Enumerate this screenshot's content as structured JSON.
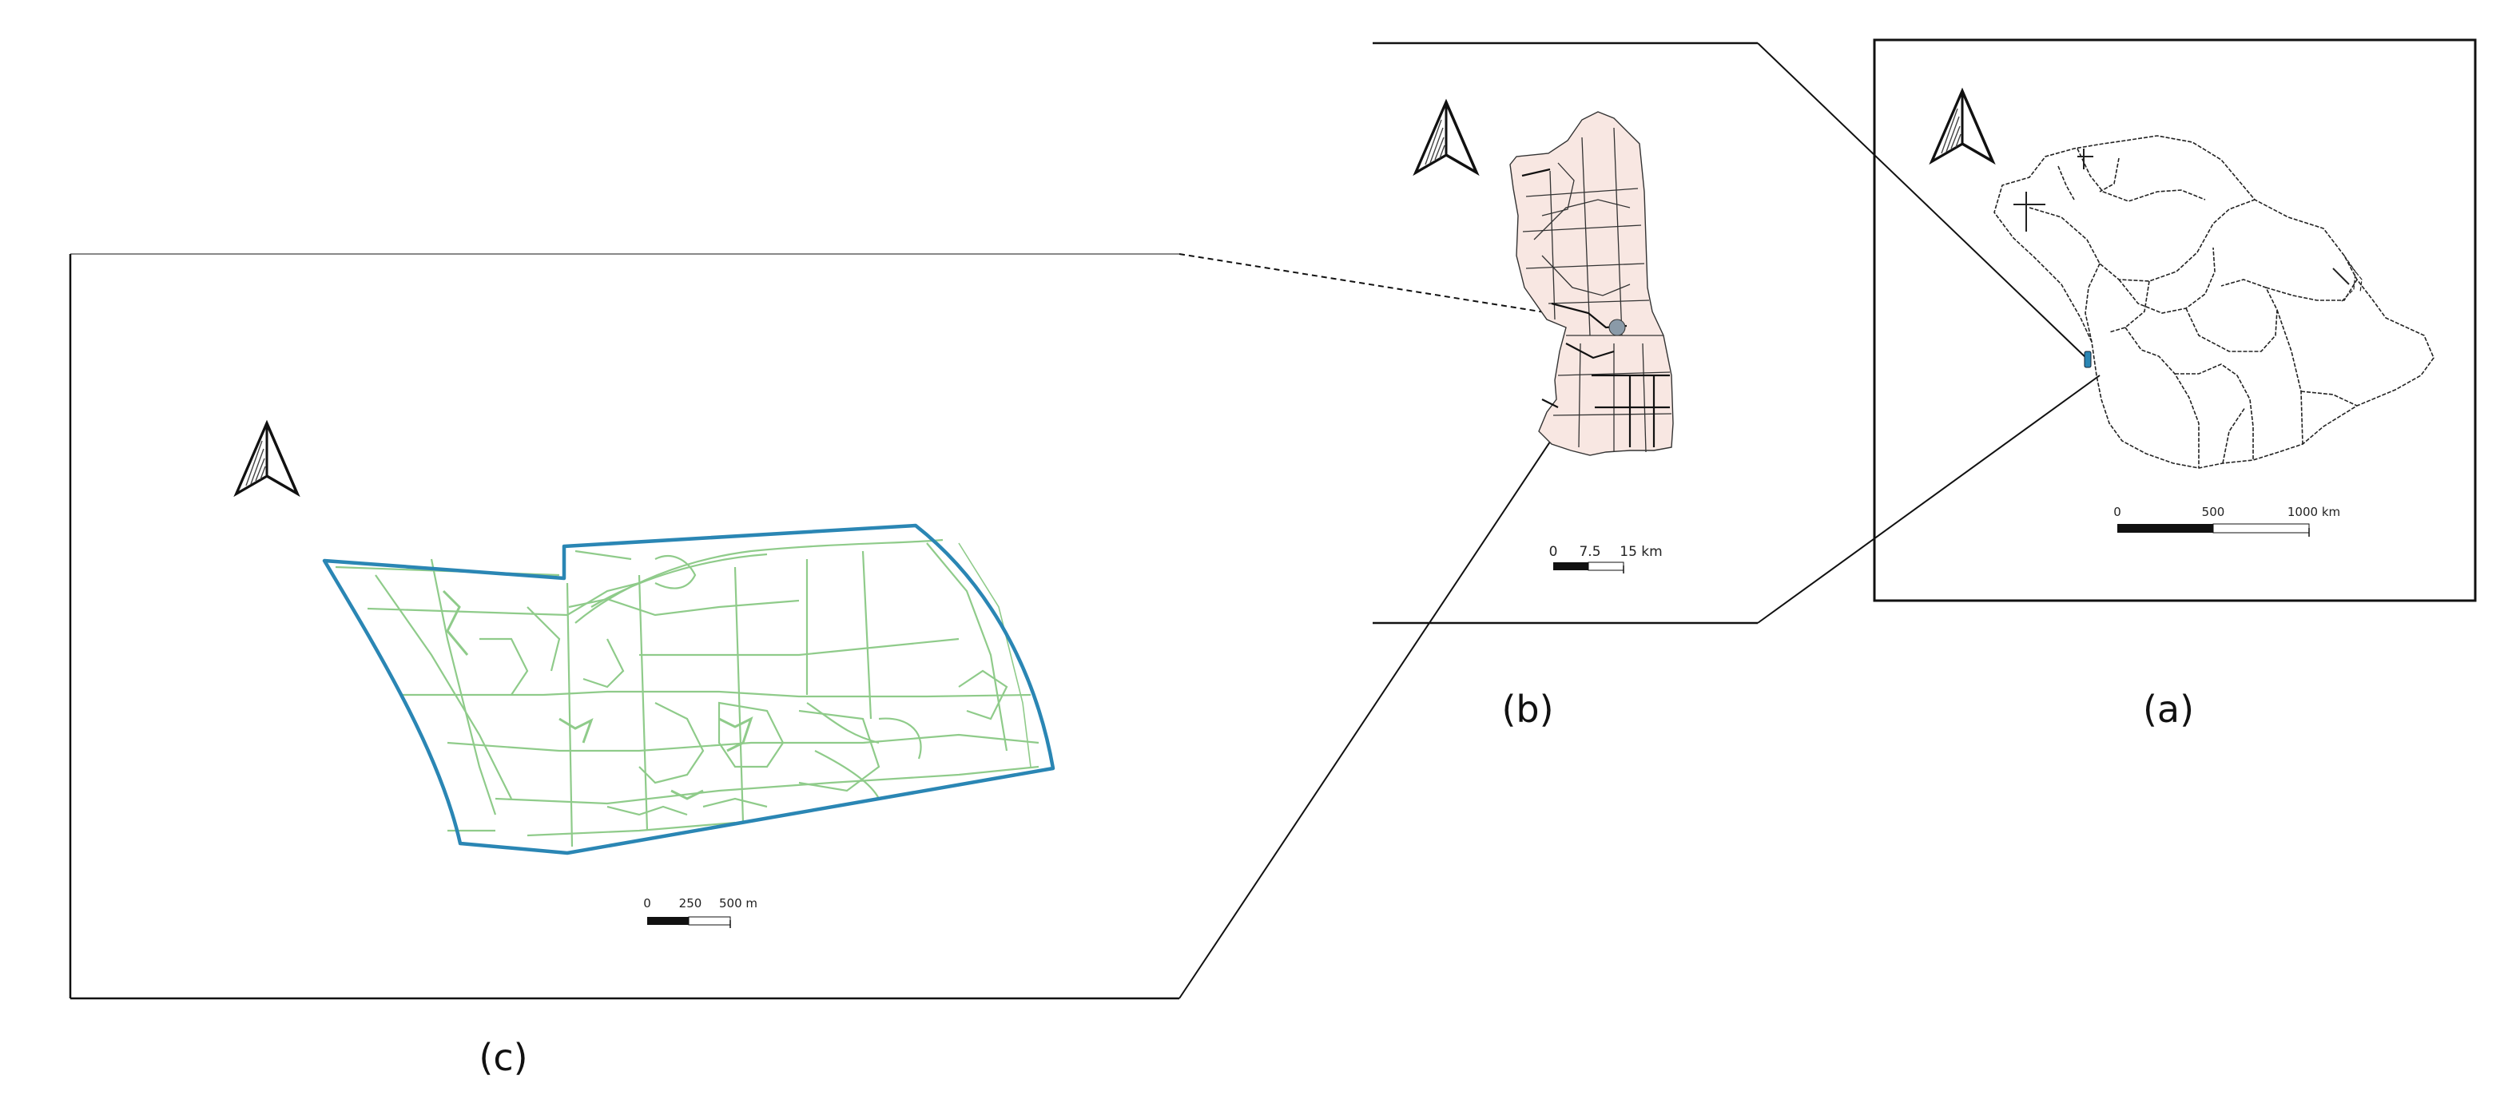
{
  "figure": {
    "panel_a": {
      "caption": "(a)",
      "scale_labels": [
        "0",
        "500",
        "1000 km"
      ]
    },
    "panel_b": {
      "caption": "(b)",
      "scale_labels": [
        "0",
        "7.5",
        "15 km"
      ]
    },
    "panel_c": {
      "caption": "(c)",
      "scale_labels": [
        "0",
        "250",
        "500 m"
      ]
    },
    "colors": {
      "boundary_blue": "#2a86b4",
      "road_green": "#8fcb8a",
      "city_fill": "#f8e7e2",
      "line_black": "#111111"
    },
    "icons": [
      "north-arrow-icon"
    ]
  }
}
